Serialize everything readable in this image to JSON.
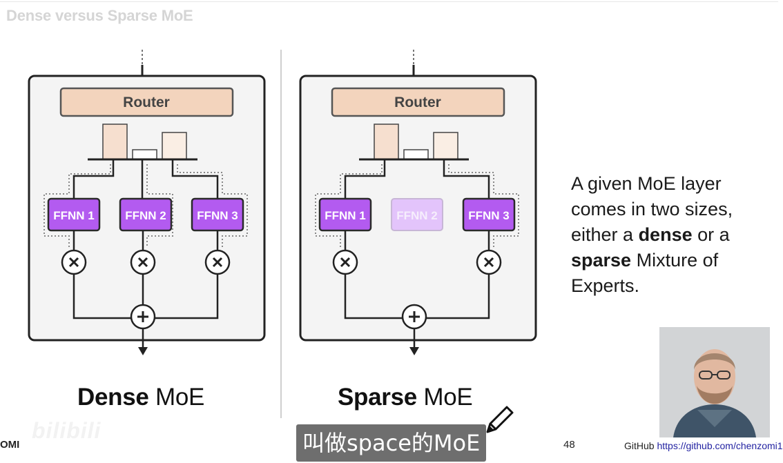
{
  "slide": {
    "title": "Dense versus Sparse MoE"
  },
  "dense": {
    "router_label": "Router",
    "experts": [
      "FFNN 1",
      "FFNN 2",
      "FFNN 3"
    ],
    "caption_bold": "Dense",
    "caption_rest": " MoE"
  },
  "sparse": {
    "router_label": "Router",
    "experts": [
      "FFNN 1",
      "FFNN 2",
      "FFNN 3"
    ],
    "caption_bold": "Sparse",
    "caption_rest": " MoE"
  },
  "side_text": {
    "line1": "A given MoE layer",
    "line2": "comes in two sizes,",
    "line3_pre": "either a ",
    "line3_bold": "dense",
    "line3_post": " or a",
    "line4_bold": "sparse",
    "line4_post": " Mixture of",
    "line5": "Experts."
  },
  "footer": {
    "brand": "OMI",
    "watermark": "bilibili",
    "page_number": "48",
    "github_label": "GitHub",
    "github_url": "https://github.com/chenzomi1"
  },
  "subtitle": "叫做space的MoE",
  "colors": {
    "router_fill": "#f3d4bd",
    "router_stroke": "#555555",
    "expert_fill": "#b35bf0",
    "expert_stroke": "#2a2a2a",
    "expert_inactive_fill": "#e3c4fb",
    "panel_fill": "#f4f4f4",
    "panel_stroke": "#222222"
  },
  "icons": [
    "multiply-icon",
    "plus-icon",
    "down-arrow-icon",
    "pencil-icon"
  ]
}
